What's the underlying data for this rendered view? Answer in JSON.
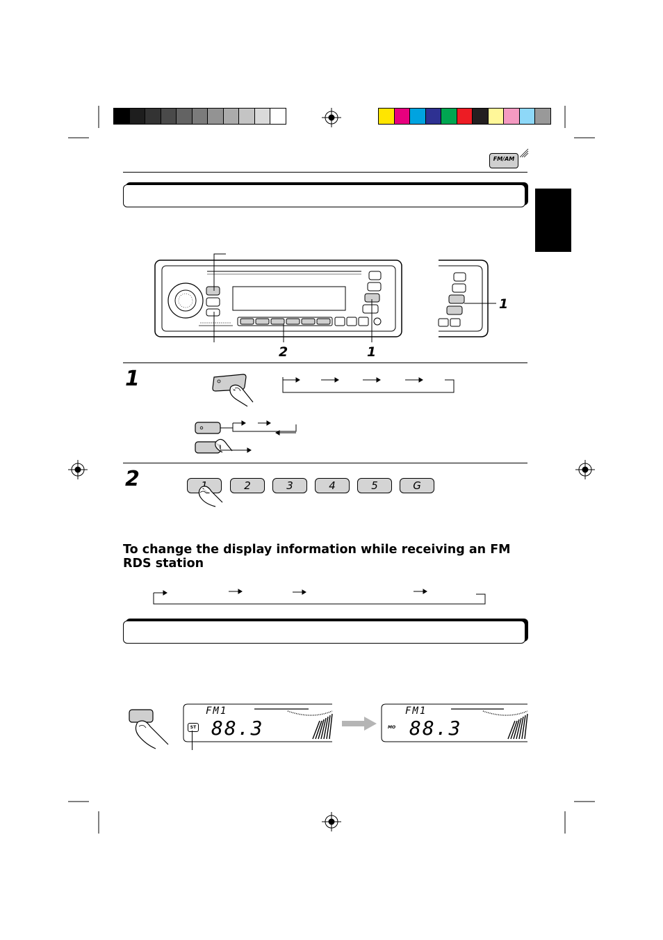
{
  "header": {
    "mode_icon_label": "FM/AM"
  },
  "steps": {
    "step1_number": "1",
    "step2_number": "2"
  },
  "callouts": {
    "preset_buttons": "2",
    "band_button_main": "1",
    "band_button_alt": "1"
  },
  "presets": [
    {
      "label": "1"
    },
    {
      "label": "2"
    },
    {
      "label": "3"
    },
    {
      "label": "4"
    },
    {
      "label": "5"
    },
    {
      "label": "G"
    }
  ],
  "rds_section": {
    "heading": "To change the display information while receiving an FM RDS station"
  },
  "displays": {
    "left": {
      "band": "FM1",
      "frequency": "88.3",
      "indicator": "ST"
    },
    "right": {
      "band": "FM1",
      "frequency": "88.3",
      "indicator": "MO"
    }
  },
  "colors": {
    "swatches": [
      "#000000",
      "#1e1e1e",
      "#333333",
      "#4a4a4a",
      "#636363",
      "#7b7b7b",
      "#939393",
      "#ababab",
      "#c4c4c4",
      "#dadada",
      "#ffffff"
    ],
    "color_bar": [
      "#ffe500",
      "#e8007e",
      "#00a3e0",
      "#2e3192",
      "#00a651",
      "#ed1c24",
      "#231f20",
      "#fff799",
      "#f49ac1",
      "#8ed8f8",
      "#999999"
    ]
  }
}
